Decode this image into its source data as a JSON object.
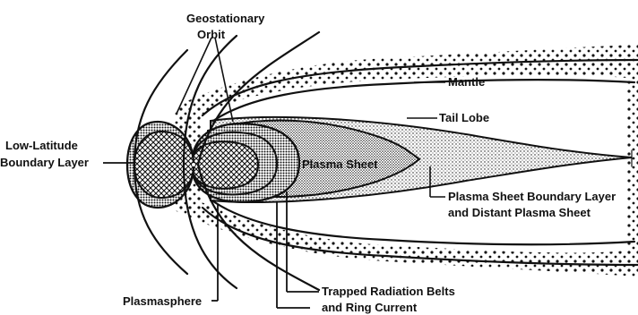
{
  "diagram": {
    "labels": {
      "geostationary_line1": "Geostationary",
      "geostationary_line2": "Orbit",
      "mantle": "Mantle",
      "tail_lobe": "Tail Lobe",
      "low_lat_line1": "Low-Latitude",
      "low_lat_line2": "Boundary Layer",
      "plasma_sheet": "Plasma Sheet",
      "psbl_line1": "Plasma Sheet Boundary Layer",
      "psbl_line2": "and Distant Plasma Sheet",
      "plasmasphere": "Plasmasphere",
      "trapped_line1": "Trapped Radiation Belts",
      "trapped_line2": "and Ring Current"
    }
  }
}
